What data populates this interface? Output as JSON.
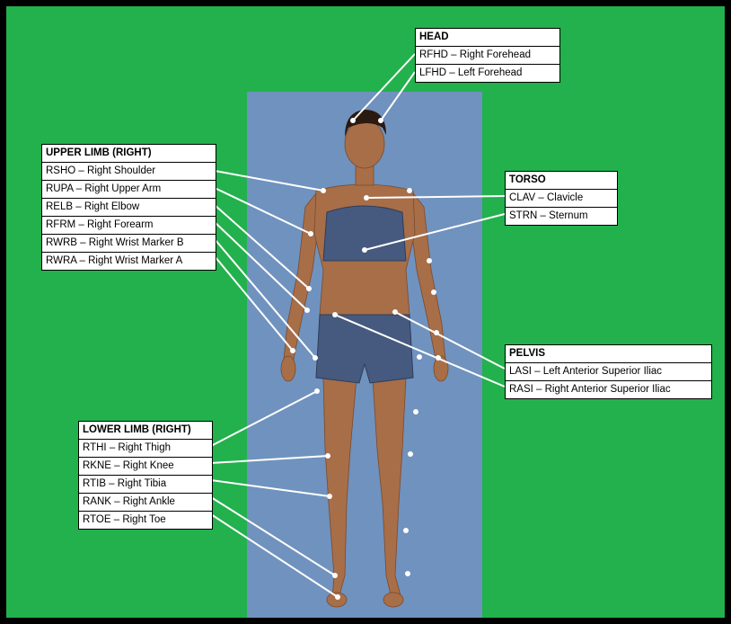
{
  "colors": {
    "background": "#22b14c",
    "backdrop": "#7092be",
    "marker": "#ffffff",
    "skin": "#a86e48",
    "garment": "#46597e"
  },
  "groups": {
    "head": {
      "title": "HEAD",
      "items": [
        "RFHD – Right Forehead",
        "LFHD – Left Forehead"
      ]
    },
    "upper": {
      "title": "UPPER LIMB (RIGHT)",
      "items": [
        "RSHO – Right Shoulder",
        "RUPA – Right Upper Arm",
        "RELB – Right Elbow",
        "RFRM – Right Forearm",
        "RWRB – Right Wrist Marker  B",
        "RWRA – Right Wrist Marker  A"
      ]
    },
    "torso": {
      "title": "TORSO",
      "items": [
        "CLAV – Clavicle",
        "STRN – Sternum"
      ]
    },
    "pelvis": {
      "title": "PELVIS",
      "items": [
        "LASI – Left Anterior Superior Iliac",
        "RASI – Right Anterior Superior Iliac"
      ]
    },
    "lower": {
      "title": "LOWER LIMB (RIGHT)",
      "items": [
        "RTHI – Right Thigh",
        "RKNE – Right Knee",
        "RTIB – Right Tibia",
        "RANK – Right Ankle",
        "RTOE – Right Toe"
      ]
    }
  }
}
